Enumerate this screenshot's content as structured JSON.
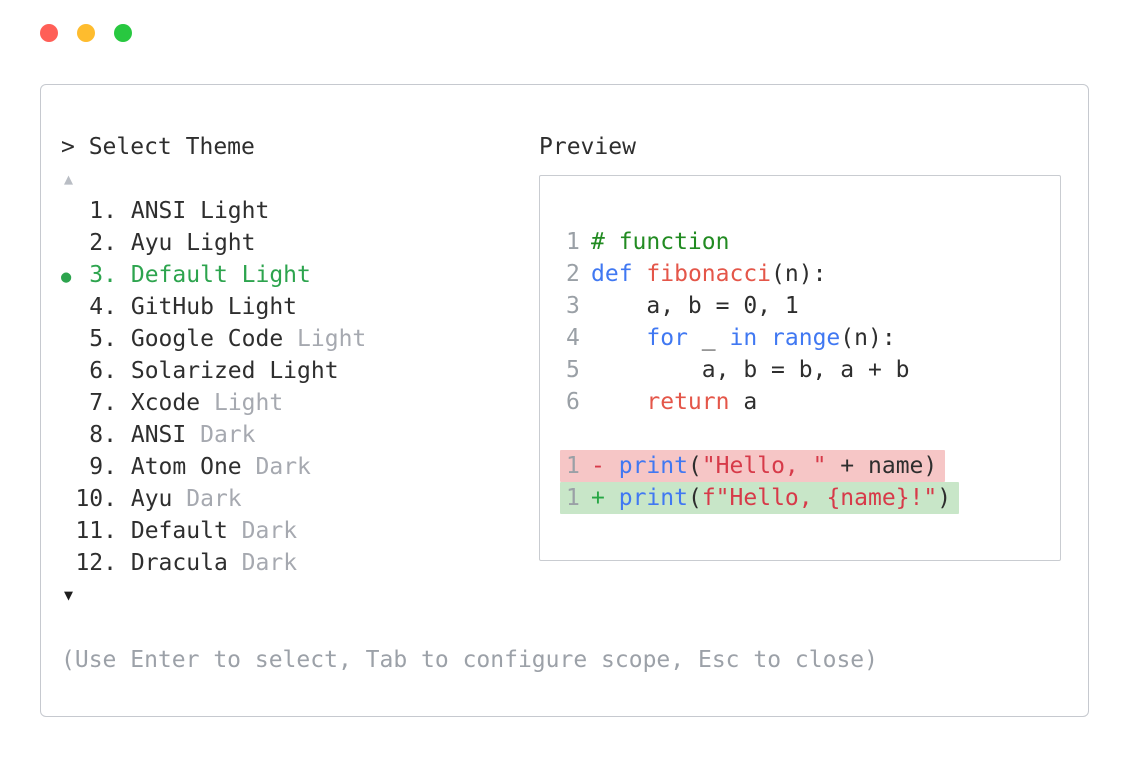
{
  "window": {
    "traffic_lights": [
      {
        "name": "close",
        "color": "#ff5f57"
      },
      {
        "name": "minimize",
        "color": "#febc2e"
      },
      {
        "name": "maximize",
        "color": "#28c840"
      }
    ]
  },
  "selector": {
    "prompt": "> Select Theme",
    "scroll_up": "▲",
    "scroll_down": "▼",
    "help": "(Use Enter to select, Tab to configure scope, Esc to close)",
    "selected_color": "#2da44e",
    "items": [
      {
        "num": "1.",
        "name": "ANSI Light",
        "dim": "",
        "selected": false
      },
      {
        "num": "2.",
        "name": "Ayu Light",
        "dim": "",
        "selected": false
      },
      {
        "num": "3.",
        "name": "Default Light",
        "dim": "",
        "selected": true
      },
      {
        "num": "4.",
        "name": "GitHub Light",
        "dim": "",
        "selected": false
      },
      {
        "num": "5.",
        "name": "Google Code",
        "dim": "Light",
        "selected": false
      },
      {
        "num": "6.",
        "name": "Solarized Light",
        "dim": "",
        "selected": false
      },
      {
        "num": "7.",
        "name": "Xcode",
        "dim": "Light",
        "selected": false
      },
      {
        "num": "8.",
        "name": "ANSI",
        "dim": "Dark",
        "selected": false
      },
      {
        "num": "9.",
        "name": "Atom One",
        "dim": "Dark",
        "selected": false
      },
      {
        "num": "10.",
        "name": "Ayu",
        "dim": "Dark",
        "selected": false
      },
      {
        "num": "11.",
        "name": "Default",
        "dim": "Dark",
        "selected": false
      },
      {
        "num": "12.",
        "name": "Dracula",
        "dim": "Dark",
        "selected": false
      }
    ]
  },
  "preview": {
    "title": "Preview",
    "syntax_colors": {
      "plain": "#2e2e2e",
      "comment": "#228b22",
      "keyword": "#4078f2",
      "func": "#e45649",
      "string": "#d73a49",
      "line_number": "#9aa0a6",
      "diff_minus": "#d73a49",
      "diff_plus": "#28a745",
      "removed_bg": "#f6c6c6",
      "added_bg": "#c8e6c8"
    },
    "code_lines": [
      {
        "num": "1",
        "tokens": [
          [
            "comment",
            "# function"
          ]
        ]
      },
      {
        "num": "2",
        "tokens": [
          [
            "keyword",
            "def"
          ],
          [
            "plain",
            " "
          ],
          [
            "func",
            "fibonacci"
          ],
          [
            "plain",
            "(n):"
          ]
        ]
      },
      {
        "num": "3",
        "tokens": [
          [
            "plain",
            "    a, b = 0, 1"
          ]
        ]
      },
      {
        "num": "4",
        "tokens": [
          [
            "plain",
            "    "
          ],
          [
            "keyword",
            "for"
          ],
          [
            "plain",
            " _ "
          ],
          [
            "keyword",
            "in"
          ],
          [
            "plain",
            " "
          ],
          [
            "keyword",
            "range"
          ],
          [
            "plain",
            "(n):"
          ]
        ]
      },
      {
        "num": "5",
        "tokens": [
          [
            "plain",
            "        a, b = b, a + b"
          ]
        ]
      },
      {
        "num": "6",
        "tokens": [
          [
            "plain",
            "    "
          ],
          [
            "func",
            "return"
          ],
          [
            "plain",
            " a"
          ]
        ]
      }
    ],
    "diff_lines": [
      {
        "num": "1",
        "sign": "-",
        "type": "removed",
        "tokens": [
          [
            "keyword",
            "print"
          ],
          [
            "plain",
            "("
          ],
          [
            "string",
            "\"Hello, \""
          ],
          [
            "plain",
            " + name)"
          ]
        ]
      },
      {
        "num": "1",
        "sign": "+",
        "type": "added",
        "tokens": [
          [
            "keyword",
            "print"
          ],
          [
            "plain",
            "("
          ],
          [
            "string",
            "f\"Hello, {name}!\""
          ],
          [
            "plain",
            ")"
          ]
        ]
      }
    ]
  }
}
